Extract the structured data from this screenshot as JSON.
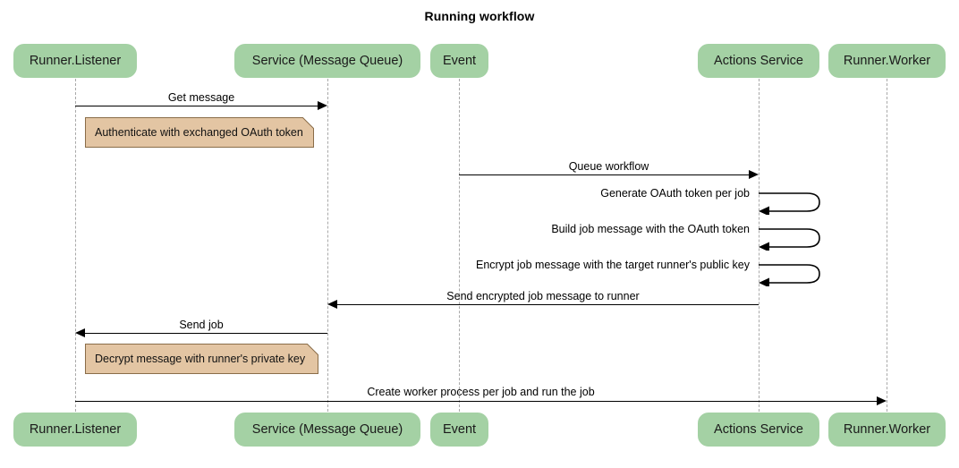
{
  "title": "Running workflow",
  "theme": {
    "participant_fill": "#a4d1a4",
    "note_fill": "#e3c5a3",
    "note_border": "#8a6d49",
    "line_color": "#000000",
    "lifeline_color": "#a9a9a9",
    "background": "#ffffff"
  },
  "participants": [
    {
      "id": "runner-listener",
      "label": "Runner.Listener"
    },
    {
      "id": "service-message-queue",
      "label": "Service (Message Queue)"
    },
    {
      "id": "event",
      "label": "Event"
    },
    {
      "id": "actions-service",
      "label": "Actions Service"
    },
    {
      "id": "runner-worker",
      "label": "Runner.Worker"
    }
  ],
  "messages": [
    {
      "id": "get-message",
      "label": "Get message",
      "from": "runner-listener",
      "to": "service-message-queue",
      "direction": "right",
      "kind": "call"
    },
    {
      "id": "queue-workflow",
      "label": "Queue workflow",
      "from": "event",
      "to": "actions-service",
      "direction": "right",
      "kind": "call"
    },
    {
      "id": "generate-oauth-token-per-job",
      "label": "Generate OAuth token per job",
      "from": "actions-service",
      "to": "actions-service",
      "direction": "self",
      "kind": "self-call"
    },
    {
      "id": "build-job-message-with-the-oauth-token",
      "label": "Build job message with the OAuth token",
      "from": "actions-service",
      "to": "actions-service",
      "direction": "self",
      "kind": "self-call"
    },
    {
      "id": "encrypt-job-message-with-the-target-runners-public-key",
      "label": "Encrypt job message with the target runner's public key",
      "from": "actions-service",
      "to": "actions-service",
      "direction": "self",
      "kind": "self-call"
    },
    {
      "id": "send-encrypted-job-message-to-runner",
      "label": "Send encrypted job message to runner",
      "from": "actions-service",
      "to": "service-message-queue",
      "direction": "left",
      "kind": "call"
    },
    {
      "id": "send-job",
      "label": "Send job",
      "from": "service-message-queue",
      "to": "runner-listener",
      "direction": "left",
      "kind": "call"
    },
    {
      "id": "create-worker-process-per-job-and-run-the-job",
      "label": "Create worker process per job and run the job",
      "from": "runner-listener",
      "to": "runner-worker",
      "direction": "right",
      "kind": "call"
    }
  ],
  "notes": [
    {
      "id": "authenticate-note",
      "label": "Authenticate with exchanged OAuth token",
      "over": "runner-listener"
    },
    {
      "id": "decrypt-note",
      "label": "Decrypt message with runner's private key",
      "over": "runner-listener"
    }
  ]
}
